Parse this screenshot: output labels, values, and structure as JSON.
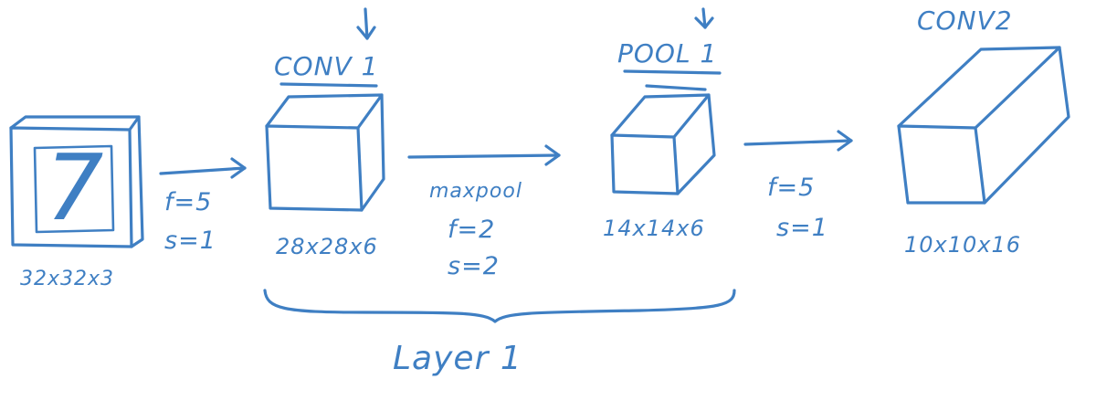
{
  "colors": {
    "ink": "#3f7fc3"
  },
  "input": {
    "digit": "7",
    "dims": "32x32x3"
  },
  "step1": {
    "f": "f=5",
    "s": "s=1"
  },
  "conv1": {
    "title": "CONV 1",
    "dims": "28x28x6"
  },
  "maxpool": {
    "label": "maxpool",
    "f": "f=2",
    "s": "s=2"
  },
  "pool1": {
    "title": "POOL 1",
    "dims": "14x14x6"
  },
  "step2": {
    "f": "f=5",
    "s": "s=1"
  },
  "conv2": {
    "title": "CONV2",
    "dims": "10x10x16"
  },
  "layer": {
    "label": "Layer 1"
  }
}
